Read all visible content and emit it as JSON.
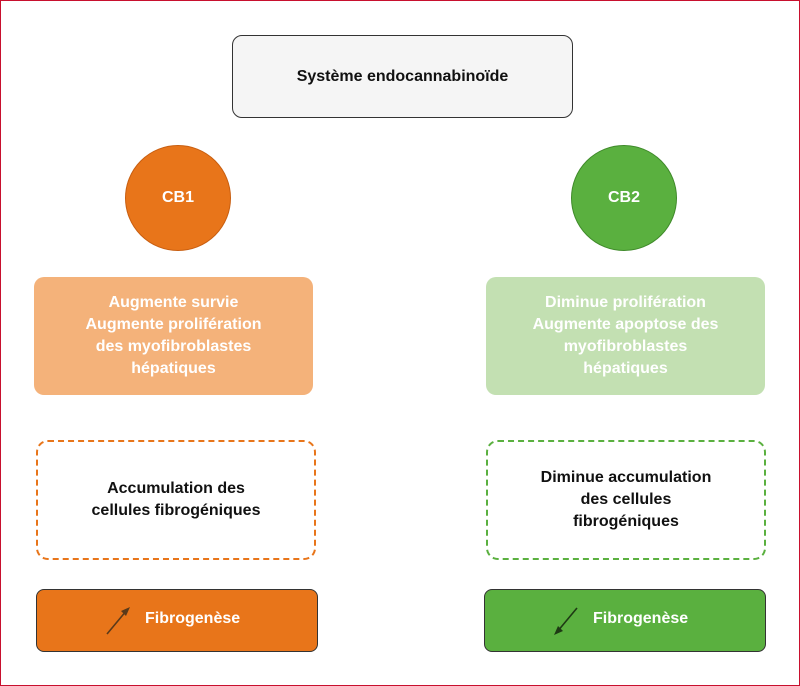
{
  "diagram": {
    "root": {
      "label": "Système  endocannabinoïde"
    },
    "left": {
      "receptor": "CB1",
      "effect": "Augmente survie\nAugmente prolifération\ndes myofibroblastes\nhépatiques",
      "outcome": "Accumulation des\ncellules fibrogéniques",
      "result": "Fibrogenèse",
      "arrow_direction": "up",
      "color": "#e8751a"
    },
    "right": {
      "receptor": "CB2",
      "effect": "Diminue prolifération\nAugmente apoptose des\nmyofibroblastes\nhépatiques",
      "outcome": "Diminue accumulation\ndes cellules\nfibrogéniques",
      "result": "Fibrogenèse",
      "arrow_direction": "down",
      "color": "#5ab03f"
    }
  }
}
